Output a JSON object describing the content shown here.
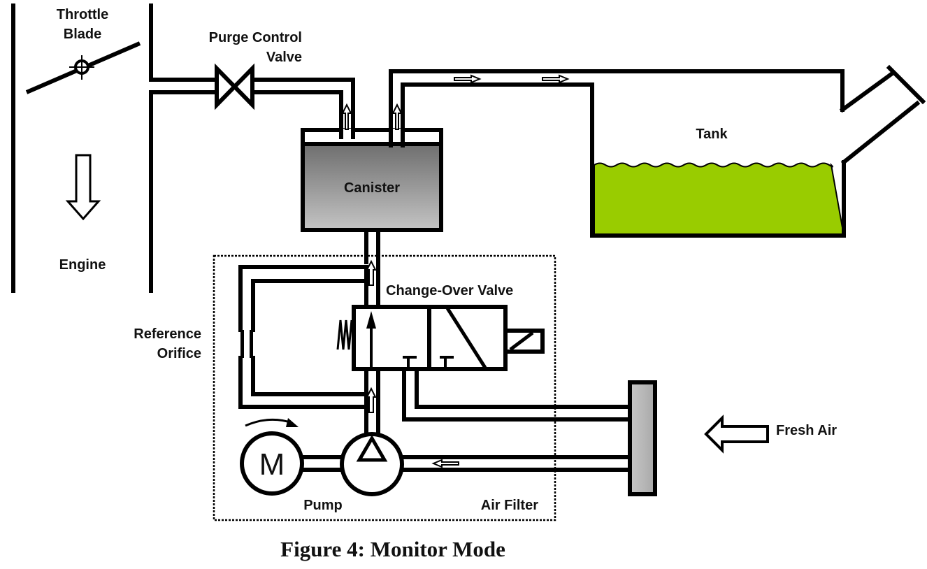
{
  "figure": {
    "caption": "Figure 4: Monitor Mode",
    "colors": {
      "fuel": "#99cc00",
      "canister_top": "#6e6e6e",
      "canister_bottom": "#c4c4c4",
      "filter": "#b4b4b4",
      "line": "#000000"
    }
  },
  "labels": {
    "throttle_line1": "Throttle",
    "throttle_line2": "Blade",
    "purge_line1": "Purge Control",
    "purge_line2": "Valve",
    "engine": "Engine",
    "canister": "Canister",
    "tank": "Tank",
    "changeover": "Change-Over Valve",
    "reference_line1": "Reference",
    "reference_line2": "Orifice",
    "fresh_air": "Fresh Air",
    "pump": "Pump",
    "air_filter": "Air Filter",
    "motor": "M"
  }
}
